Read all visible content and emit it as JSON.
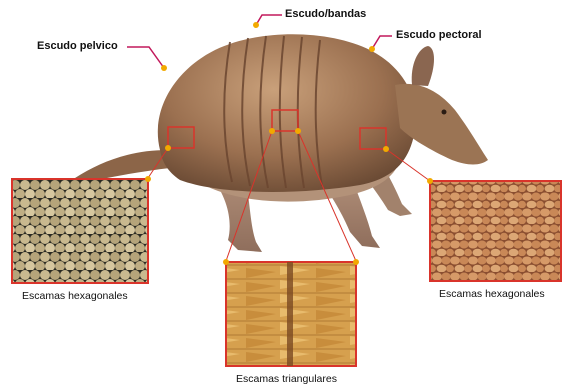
{
  "labels": {
    "dorsal_shield": "Escudo/bandas",
    "pectoral_shield": "Escudo pectoral",
    "pelvic_shield": "Escudo pelvico"
  },
  "captions": {
    "left_inset": "Escamas hexagonales",
    "center_inset": "Escamas triangulares",
    "right_inset": "Escamas hexagonales"
  },
  "colors": {
    "pointer_line": "#c2185b",
    "pointer_dot": "#f2a900",
    "frame": "#d9342b"
  }
}
